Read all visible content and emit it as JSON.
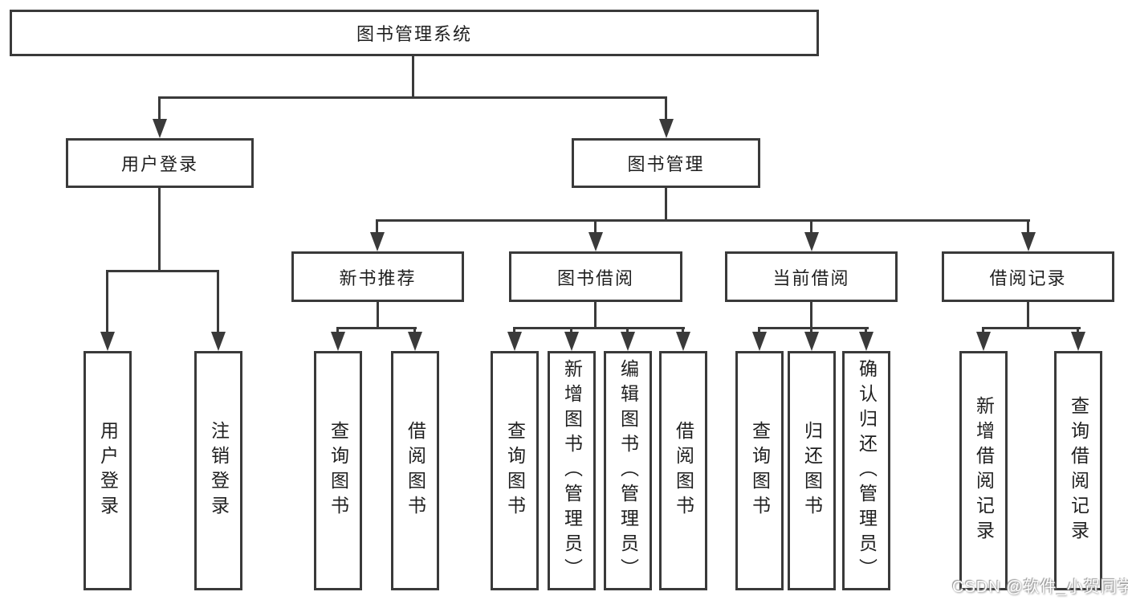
{
  "tree": {
    "root": {
      "label": "图书管理系统"
    },
    "level2": [
      {
        "label": "用户登录"
      },
      {
        "label": "图书管理"
      }
    ],
    "level3": [
      {
        "label": "新书推荐"
      },
      {
        "label": "图书借阅"
      },
      {
        "label": "当前借阅"
      },
      {
        "label": "借阅记录"
      }
    ],
    "leaves": {
      "user_login": [
        {
          "label": "用户登录"
        },
        {
          "label": "注销登录"
        }
      ],
      "new_book": [
        {
          "label": "查询图书"
        },
        {
          "label": "借阅图书"
        }
      ],
      "book_borrow": [
        {
          "label": "查询图书"
        },
        {
          "label": "新增图书（管理员）"
        },
        {
          "label": "编辑图书（管理员）"
        },
        {
          "label": "借阅图书"
        }
      ],
      "current_borrow": [
        {
          "label": "查询图书"
        },
        {
          "label": "归还图书"
        },
        {
          "label": "确认归还（管理员）"
        }
      ],
      "borrow_record": [
        {
          "label": "新增借阅记录"
        },
        {
          "label": "查询借阅记录"
        }
      ]
    }
  },
  "watermark": {
    "text": "CSDN @软件_小贺同学"
  },
  "colors": {
    "line": "#3a3a3a",
    "text": "#1f1f1f",
    "background": "#ffffff",
    "watermark_text": "#ffffff",
    "watermark_shadow": "#8f8f8f"
  }
}
